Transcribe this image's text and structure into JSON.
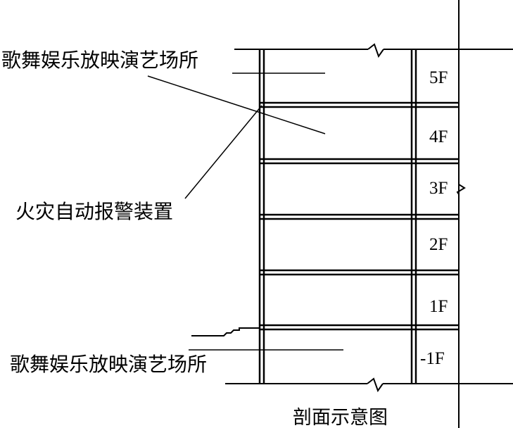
{
  "diagram": {
    "caption": "剖面示意图",
    "labels": {
      "upper_venue": "歌舞娱乐放映演艺场所",
      "fire_alarm": "火灾自动报警装置",
      "lower_venue": "歌舞娱乐放映演艺场所"
    },
    "floors": [
      "5F",
      "4F",
      "3F",
      "2F",
      "1F",
      "-1F"
    ],
    "colors": {
      "line": "#000000",
      "background": "#ffffff"
    }
  }
}
